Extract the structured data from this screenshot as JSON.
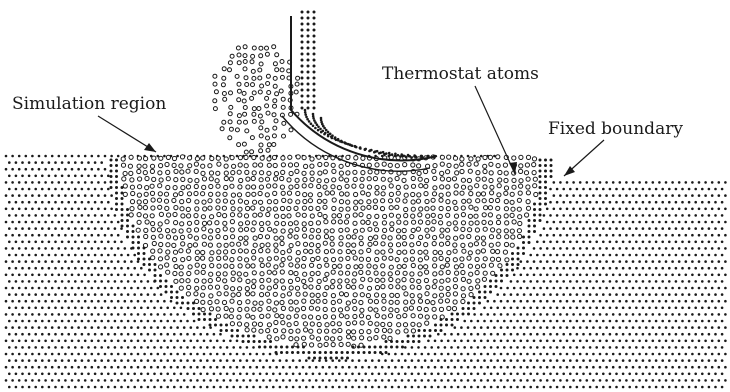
{
  "labels": {
    "simulation_region": "Simulation region",
    "thermostat_atoms": "Thermostat atoms",
    "fixed_boundary": "Fixed boundary"
  },
  "colors": {
    "ink": "#1a1a1a",
    "paper": "#ffffff"
  }
}
